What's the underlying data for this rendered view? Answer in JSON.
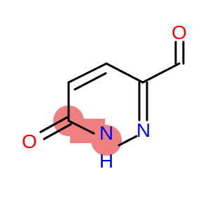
{
  "molecule": {
    "atoms": {
      "carbonyl_oxygen_aldehyde": {
        "element": "O",
        "label": "O",
        "color": "#ff0000"
      },
      "ring_oxygen": {
        "element": "O",
        "label": "O",
        "color": "#ff0000"
      },
      "ring_nitrogen": {
        "element": "N",
        "label": "N",
        "color": "#0000ff"
      },
      "nh_nitrogen": {
        "element": "N",
        "label": "N",
        "color": "#0000ff"
      },
      "nh_hydrogen": {
        "element": "H",
        "label": "H",
        "color": "#0000ff"
      }
    },
    "bond_color": "#000000",
    "highlight_color": "#f08080"
  }
}
